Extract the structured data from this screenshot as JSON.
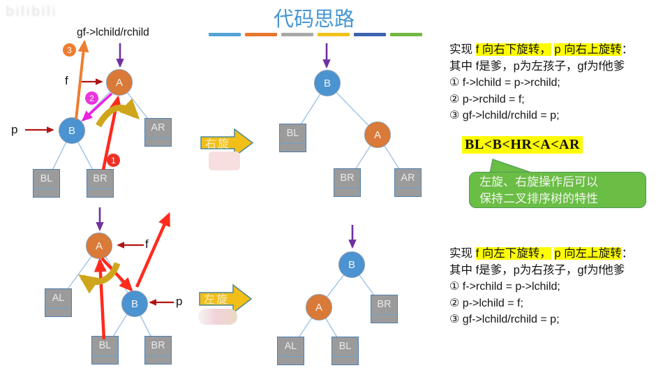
{
  "watermark": {
    "label": "bilibili"
  },
  "header": {
    "title": "代码思路",
    "divider_colors": [
      "#55a3d9",
      "#e8762d",
      "#a8a8a8",
      "#f2c11c",
      "#3c64b0",
      "#72b843"
    ]
  },
  "rotation_arrows": {
    "right": "右旋",
    "left": "左旋"
  },
  "trees": {
    "top_left": {
      "a": "A",
      "b": "B",
      "bl": "BL",
      "br": "BR",
      "ar": "AR",
      "gf_pointer": "gf->lchild/rchild",
      "f": "f",
      "p": "p",
      "badge1": "1",
      "badge2": "2",
      "badge3": "3"
    },
    "top_right": {
      "b": "B",
      "a": "A",
      "bl": "BL",
      "br": "BR",
      "ar": "AR"
    },
    "bottom_left": {
      "a": "A",
      "b": "B",
      "al": "AL",
      "bl": "BL",
      "br": "BR",
      "f": "f",
      "p": "p"
    },
    "bottom_right": {
      "b": "B",
      "a": "A",
      "al": "AL",
      "bl": "BL",
      "br": "BR"
    }
  },
  "right_rotation_notes": {
    "line1_prefix": "实现 ",
    "line1_highlight1": "f 向右下旋转，",
    "line1_gap": " ",
    "line1_highlight2": "p 向右上旋转",
    "line1_suffix": "：",
    "line2": "其中 f是爹，p为左孩子，gf为f他爹",
    "step1": "① f->lchild = p->rchild;",
    "step2": "② p->rchild = f;",
    "step3": "③ gf->lchild/rchild = p;",
    "order_rule": "BL<B<HR<A<AR",
    "bubble_line1": "左旋、右旋操作后可以",
    "bubble_line2": "保持二叉排序树的特性"
  },
  "left_rotation_notes": {
    "line1_prefix": "实现 ",
    "line1_highlight1": "f 向左下旋转，",
    "line1_gap": " ",
    "line1_highlight2": "p 向左上旋转",
    "line1_suffix": "：",
    "line2": "其中 f是爹，p为右孩子，gf为f他爹",
    "step1": "① f->rchild = p->lchild;",
    "step2": "② p->lchild = f;",
    "step3": "③ gf->lchild/rchild = p;"
  },
  "colors": {
    "title_blue": "#4596d3",
    "highlight_yellow": "#fdfd00",
    "node_orange": "#da7a38",
    "node_blue": "#4b93d1",
    "box_gray": "#9b9b9b",
    "bubble_green": "#6abd45",
    "block_arrow_yellow": "#f2bf18",
    "pointer_purple": "#7030a0",
    "pointer_dark_red": "#b01513",
    "pointer_red": "#ff2a1e",
    "pointer_magenta": "#ef1fe0",
    "pointer_orange": "#ed7d31",
    "rotate_gold": "#cfa51c",
    "edge_blue": "#9dc3e6"
  }
}
